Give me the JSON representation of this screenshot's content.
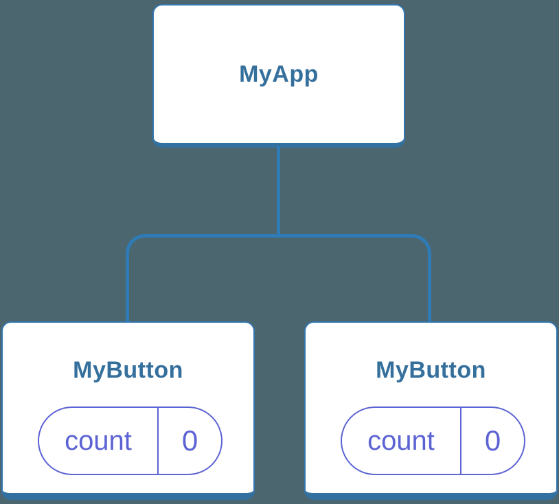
{
  "diagram": {
    "type": "component-tree",
    "root": {
      "label": "MyApp"
    },
    "children": [
      {
        "label": "MyButton",
        "state": {
          "key": "count",
          "value": "0"
        }
      },
      {
        "label": "MyButton",
        "state": {
          "key": "count",
          "value": "0"
        }
      }
    ],
    "colors": {
      "background": "#4c6670",
      "connector": "#2e7bb6",
      "node_fill": "#ffffff",
      "node_border": "#3377b1",
      "node_shadow": "#31709f",
      "heading_text": "#35709d",
      "state_accent": "#5c63d3"
    }
  }
}
